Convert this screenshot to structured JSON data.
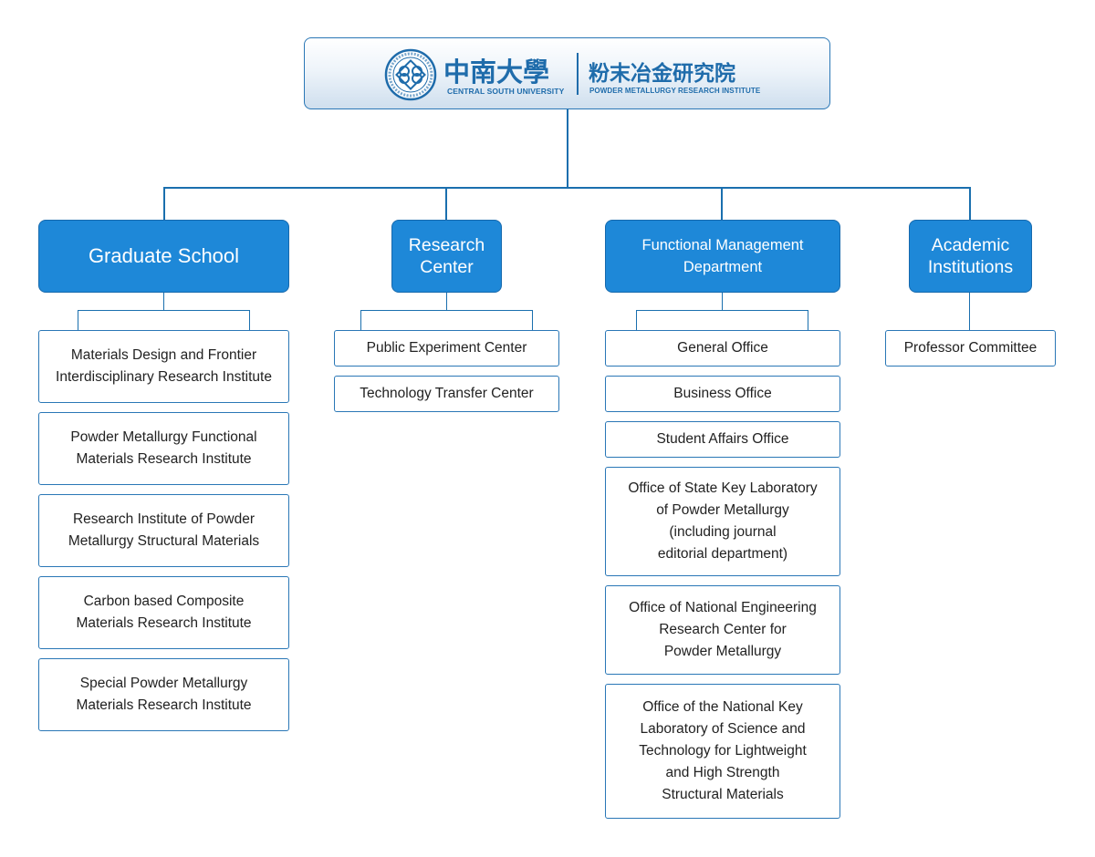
{
  "header": {
    "university_cn": "中南大學",
    "university_en": "CENTRAL SOUTH UNIVERSITY",
    "institute_cn": "粉末冶金研究院",
    "institute_en": "POWDER METALLURGY RESEARCH INSTITUTE"
  },
  "columns": [
    {
      "title": "Graduate School",
      "children": [
        "Materials Design and Frontier\nInterdisciplinary Research Institute",
        "Powder Metallurgy Functional\nMaterials Research Institute",
        "Research Institute of Powder\nMetallurgy Structural Materials",
        "Carbon based Composite\nMaterials Research Institute",
        "Special Powder Metallurgy\nMaterials Research Institute"
      ]
    },
    {
      "title": "Research\nCenter",
      "children": [
        "Public Experiment Center",
        "Technology Transfer Center"
      ]
    },
    {
      "title": "Functional Management\nDepartment",
      "children": [
        "General Office",
        "Business Office",
        "Student Affairs Office",
        "Office of State Key Laboratory\nof Powder Metallurgy\n(including journal\neditorial department)",
        "Office of National Engineering\nResearch Center for\nPowder Metallurgy",
        "Office of the National Key\nLaboratory of Science and\nTechnology for Lightweight\nand High Strength\nStructural Materials"
      ]
    },
    {
      "title": "Academic\nInstitutions",
      "children": [
        "Professor Committee"
      ]
    }
  ]
}
